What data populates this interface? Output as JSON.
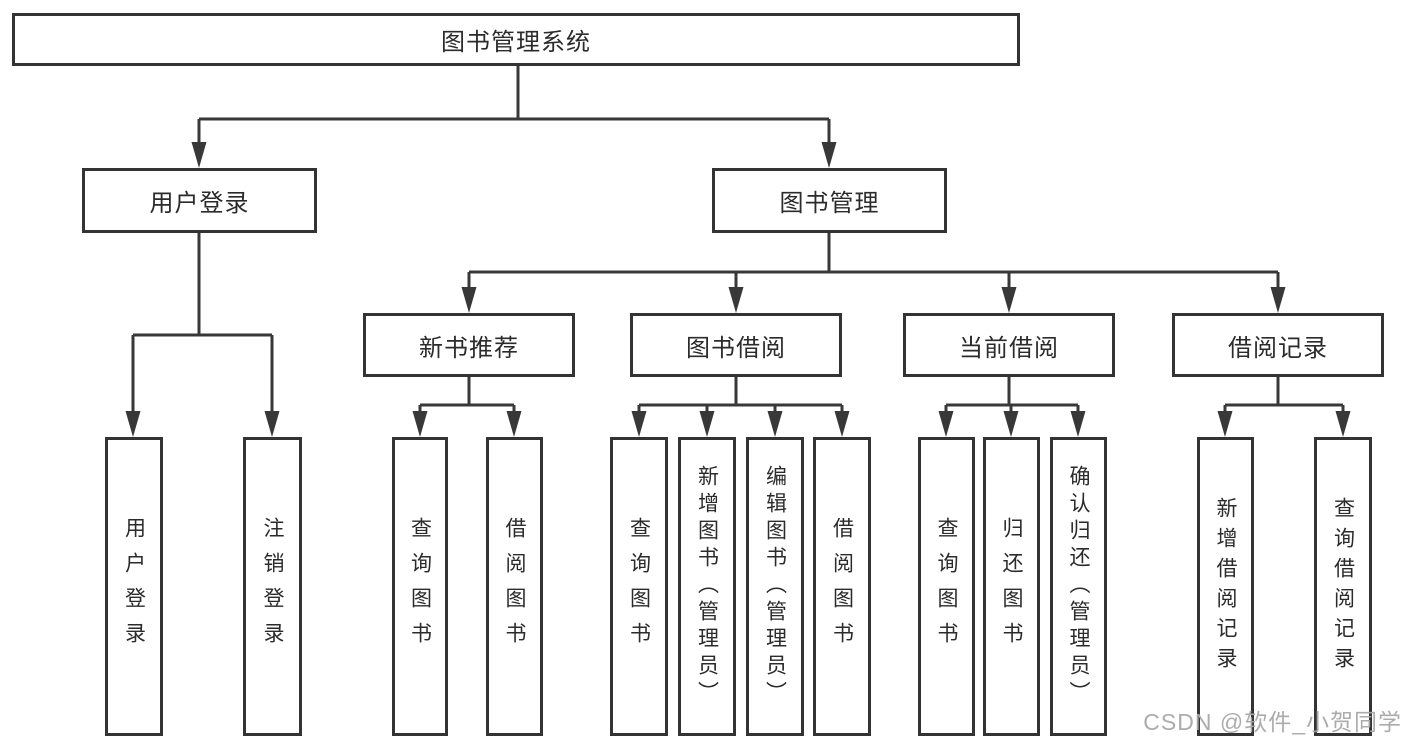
{
  "diagram_title": "图书管理系统",
  "tree": {
    "label": "图书管理系统",
    "children": [
      {
        "label": "用户登录",
        "children": [
          {
            "label": "用户登录"
          },
          {
            "label": "注销登录"
          }
        ]
      },
      {
        "label": "图书管理",
        "children": [
          {
            "label": "新书推荐",
            "children": [
              {
                "label": "查询图书"
              },
              {
                "label": "借阅图书"
              }
            ]
          },
          {
            "label": "图书借阅",
            "children": [
              {
                "label": "查询图书"
              },
              {
                "label": "新增图书（管理员）"
              },
              {
                "label": "编辑图书（管理员）"
              },
              {
                "label": "借阅图书"
              }
            ]
          },
          {
            "label": "当前借阅",
            "children": [
              {
                "label": "查询图书"
              },
              {
                "label": "归还图书"
              },
              {
                "label": "确认归还（管理员）"
              }
            ]
          },
          {
            "label": "借阅记录",
            "children": [
              {
                "label": "新增借阅记录"
              },
              {
                "label": "查询借阅记录"
              }
            ]
          }
        ]
      }
    ]
  },
  "watermark": {
    "text": "CSDN @软件_小贺同学"
  },
  "colors": {
    "line": "#383838",
    "box_border": "#333333",
    "box_fill": "#ffffff",
    "text": "#2b2b2b",
    "watermark": "#a8a8a8",
    "background": "#ffffff"
  }
}
